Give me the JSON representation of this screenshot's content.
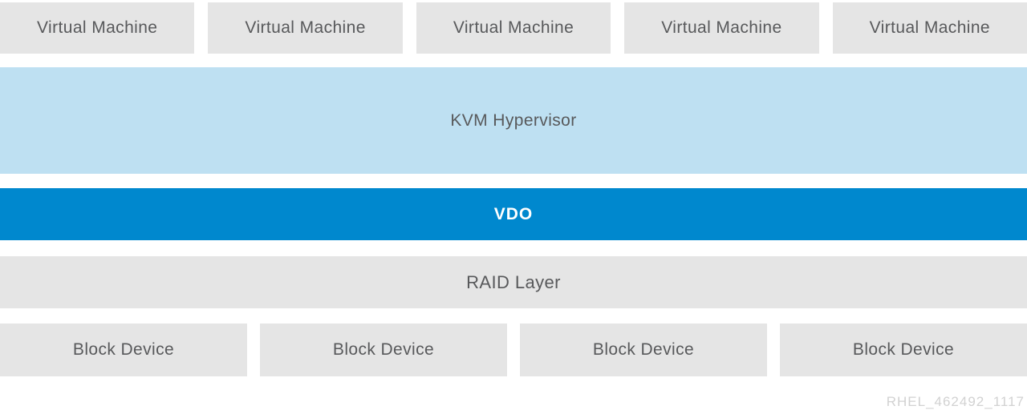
{
  "vm_row": {
    "items": [
      "Virtual Machine",
      "Virtual Machine",
      "Virtual Machine",
      "Virtual Machine",
      "Virtual Machine"
    ]
  },
  "kvm": {
    "label": "KVM Hypervisor"
  },
  "vdo": {
    "label": "VDO"
  },
  "raid": {
    "label": "RAID Layer"
  },
  "block_row": {
    "items": [
      "Block Device",
      "Block Device",
      "Block Device",
      "Block Device"
    ]
  },
  "watermark": "RHEL_462492_1117",
  "colors": {
    "box_gray": "#e5e5e5",
    "hypervisor_blue": "#bee0f2",
    "vdo_blue": "#0088ce",
    "vdo_text": "#ffffff",
    "text_dark": "#58595b",
    "watermark_gray": "#d2d2d2"
  }
}
